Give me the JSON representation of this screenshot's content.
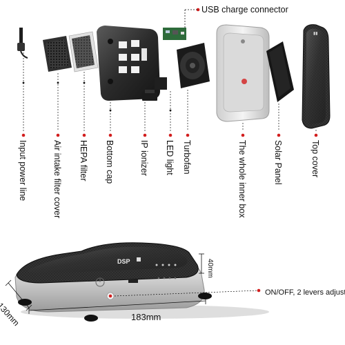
{
  "callouts": {
    "usb_charge_connector": "USB charge connector",
    "on_off": "ON/OFF, 2 levers adjust"
  },
  "part_labels": [
    {
      "id": "input-power-line",
      "text": "Input power line"
    },
    {
      "id": "air-intake-filter-cover",
      "text": "Air intake filter cover"
    },
    {
      "id": "hepa-filter",
      "text": "HEPA filter"
    },
    {
      "id": "bottom-cap",
      "text": "Bottom cap"
    },
    {
      "id": "ip-ionizer",
      "text": "IP ionizer"
    },
    {
      "id": "led-light",
      "text": "LED light"
    },
    {
      "id": "turbofan",
      "text": "Turbofan"
    },
    {
      "id": "inner-box",
      "text": "The whole inner box"
    },
    {
      "id": "solar-panel",
      "text": "Solar Panel"
    },
    {
      "id": "top-cover",
      "text": "Top cover"
    }
  ],
  "dimensions": {
    "height": "40mm",
    "depth": "130mm",
    "width": "183mm"
  },
  "device": {
    "logo": "DSP"
  },
  "colors": {
    "marker": "#d21e1e",
    "shell": "#2a2a2a",
    "frame": "#e8e8e8"
  }
}
